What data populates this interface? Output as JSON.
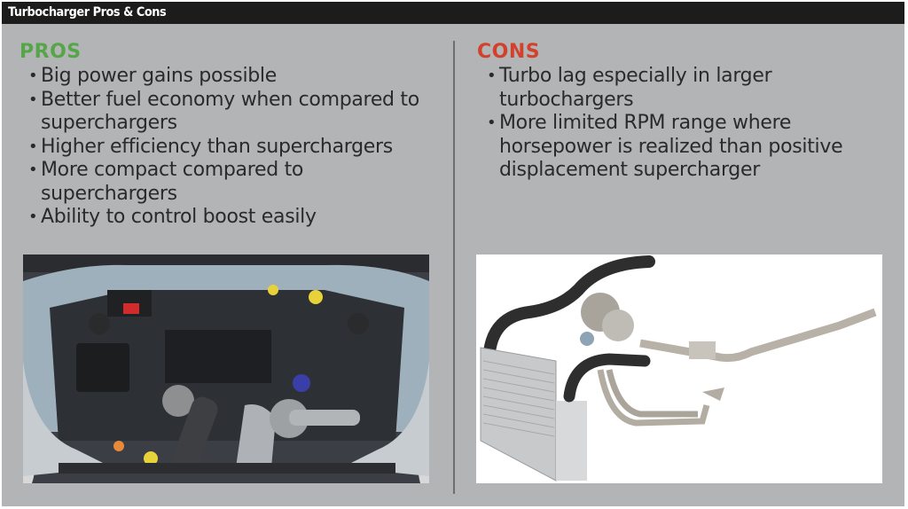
{
  "header": {
    "title": "Turbocharger Pros & Cons"
  },
  "pros": {
    "heading": "PROS",
    "color": "#57a549",
    "items": [
      "Big power gains possible",
      "Better fuel economy when compared to superchargers",
      "Higher efficiency than superchargers",
      "More compact compared to superchargers",
      "Ability to control boost easily"
    ]
  },
  "cons": {
    "heading": "CONS",
    "color": "#d2412c",
    "items": [
      "Turbo lag especially in larger turbochargers",
      "More limited RPM range where horsepower is realized than positive displacement supercharger"
    ]
  },
  "images": {
    "left": "engine-bay-with-turbo-photo",
    "right": "turbo-kit-with-intercooler-and-exhaust-photo"
  }
}
